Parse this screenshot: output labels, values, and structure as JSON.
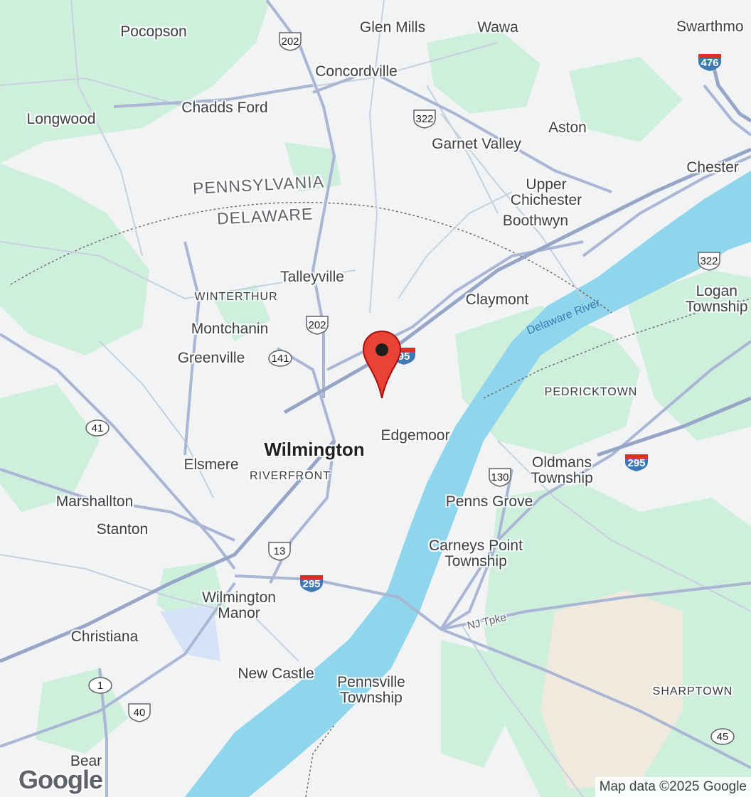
{
  "places": {
    "pocopson": "Pocopson",
    "glen_mills": "Glen Mills",
    "wawa": "Wawa",
    "swarthmore": "Swarthmo",
    "concordville": "Concordville",
    "longwood": "Longwood",
    "chadds_ford": "Chadds Ford",
    "aston": "Aston",
    "garnet_valley": "Garnet Valley",
    "chester": "Chester",
    "upper_chichester": "Upper\nChichester",
    "boothwyn": "Boothwyn",
    "talleyville": "Talleyville",
    "winterthur": "WINTERTHUR",
    "claymont": "Claymont",
    "logan_township": "Logan\nTownship",
    "montchanin": "Montchanin",
    "greenville": "Greenville",
    "pedricktown": "PEDRICKTOWN",
    "edgemoor": "Edgemoor",
    "wilmington": "Wilmington",
    "elsmere": "Elsmere",
    "riverfront": "RIVERFRONT",
    "oldmans_township": "Oldmans\nTownship",
    "marshallton": "Marshallton",
    "stanton": "Stanton",
    "penns_grove": "Penns Grove",
    "carneys_point": "Carneys Point\nTownship",
    "wilmington_manor": "Wilmington\nManor",
    "christiana": "Christiana",
    "new_castle": "New Castle",
    "pennsville": "Pennsville\nTownship",
    "sharptown": "SHARPTOWN",
    "bear": "Bear"
  },
  "states": {
    "pennsylvania": "PENNSYLVANIA",
    "delaware": "DELAWARE"
  },
  "water": {
    "delaware_river": "Delaware River"
  },
  "roads": {
    "nj_tpke": "NJ Tpke",
    "us202_north": "202",
    "us202_mid": "202",
    "us322_north": "322",
    "us322_east": "322",
    "i476": "476",
    "de141": "141",
    "i95": "95",
    "de41": "41",
    "us130": "130",
    "i295_nj": "295",
    "us13": "13",
    "i295": "295",
    "de1": "1",
    "us40": "40",
    "nj45": "45"
  },
  "marker": {
    "color": "#ea4335",
    "icon": "map-pin-icon"
  },
  "branding": {
    "logo_text": "Google",
    "attribution": "Map data ©2025 Google"
  },
  "colors": {
    "land": "#f1f3f4",
    "park": "#cdefdc",
    "water": "#8fd6ec",
    "road": "#aab6d3",
    "interstate": "#3f79b5"
  }
}
